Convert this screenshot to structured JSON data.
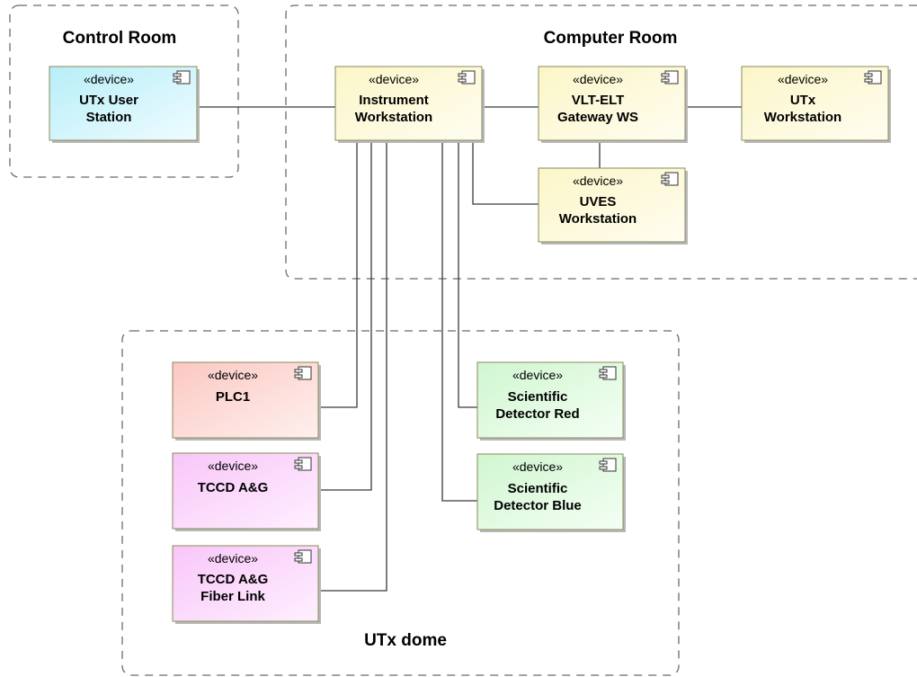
{
  "groups": {
    "control_room": "Control Room",
    "computer_room": "Computer Room",
    "utx_dome": "UTx dome"
  },
  "stereotype": "«device»",
  "devices": {
    "utx_user_station": {
      "line1": "UTx User",
      "line2": "Station",
      "color": "#c8f2fa"
    },
    "instrument_ws": {
      "line1": "Instrument",
      "line2": "Workstation",
      "color": "#fcf8d2"
    },
    "vlt_elt_gateway": {
      "line1": "VLT-ELT",
      "line2": "Gateway WS",
      "color": "#fcf8d2"
    },
    "utx_ws": {
      "line1": "UTx",
      "line2": "Workstation",
      "color": "#fcf8d2"
    },
    "uves_ws": {
      "line1": "UVES",
      "line2": "Workstation",
      "color": "#fcf8d2"
    },
    "plc1": {
      "line1": "PLC1",
      "line2": "",
      "color": "#fcd4d0"
    },
    "tccd_ag": {
      "line1": "TCCD A&G",
      "line2": "",
      "color": "#fcd4fc"
    },
    "tccd_ag_fiber": {
      "line1": "TCCD A&G",
      "line2": "Fiber Link",
      "color": "#fcd4fc"
    },
    "sci_det_red": {
      "line1": "Scientific",
      "line2": "Detector Red",
      "color": "#dcfadc"
    },
    "sci_det_blue": {
      "line1": "Scientific",
      "line2": "Detector Blue",
      "color": "#dcfadc"
    }
  }
}
